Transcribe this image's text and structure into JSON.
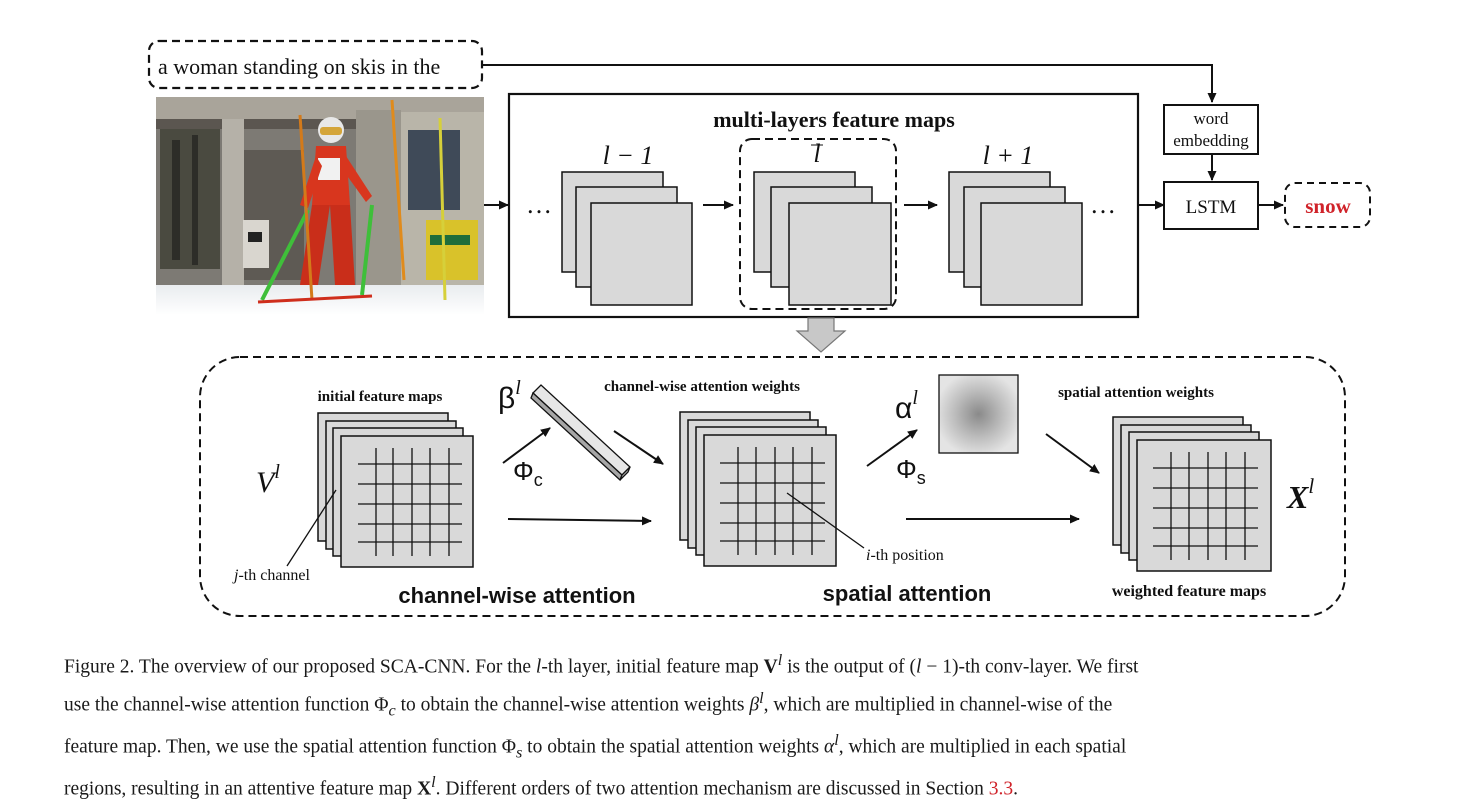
{
  "top": {
    "sentence": "a woman standing on skis in the",
    "feature_maps_title": "multi-layers feature maps",
    "layer_prev": "l − 1",
    "layer_cur": "l",
    "layer_next": "l + 1",
    "ellipsis": "…",
    "word_embedding_line1": "word",
    "word_embedding_line2": "embedding",
    "lstm": "LSTM",
    "output_word": "snow"
  },
  "bottom": {
    "initial_maps_label": "initial feature maps",
    "V_label": "V",
    "l_sup": "l",
    "beta": "β",
    "phi_c": "Φ",
    "phi_c_sub": "c",
    "channel_weights_label": "channel-wise attention weights",
    "alpha": "α",
    "phi_s": "Φ",
    "phi_s_sub": "s",
    "spatial_weights_label": "spatial attention weights",
    "X_label": "X",
    "jth_j": "j",
    "jth_rest": "-th channel",
    "ith_i": "i",
    "ith_rest": "-th position",
    "channel_attention_label": "channel-wise attention",
    "spatial_attention_label": "spatial attention",
    "weighted_maps_label": "weighted feature maps"
  },
  "colors": {
    "output_word": "#d0232a",
    "map_fill": "#d9d9d9",
    "section_ref": "#d0232a"
  },
  "caption": {
    "l1_a": "Figure 2. The overview of our proposed SCA-CNN. For the ",
    "l1_l": "l",
    "l1_b": "-th layer, initial feature map ",
    "l1_V": "V",
    "l1_Vsup": "l",
    "l1_c": " is the output of (",
    "l1_l2": "l",
    "l1_d": " − 1)-th conv-layer. We first",
    "l2_a": "use the channel-wise attention function Φ",
    "l2_sub": "c",
    "l2_b": " to obtain the channel-wise attention weights ",
    "l2_beta": "β",
    "l2_sup": "l",
    "l2_c": ", which are multiplied in channel-wise of the",
    "l3_a": "feature map. Then, we use the spatial attention function Φ",
    "l3_sub": "s",
    "l3_b": " to obtain the spatial attention weights ",
    "l3_alpha": "α",
    "l3_sup": "l",
    "l3_c": ", which are multiplied in each spatial",
    "l4_a": "regions, resulting in an attentive feature map ",
    "l4_X": "X",
    "l4_sup": "l",
    "l4_b": ". Different orders of two attention mechanism are discussed in Section ",
    "l4_ref": "3.3",
    "l4_end": "."
  }
}
